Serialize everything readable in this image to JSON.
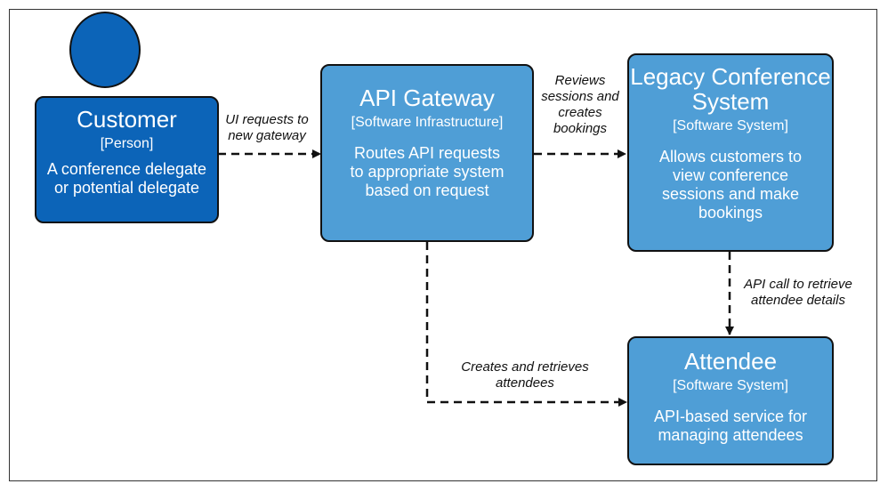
{
  "customer": {
    "title": "Customer",
    "kind": "[Person]",
    "desc": "A conference delegate or potential delegate"
  },
  "gateway": {
    "title": "API Gateway",
    "kind": "[Software Infrastructure]",
    "desc": "Routes API requests to appropriate system based on request"
  },
  "legacy": {
    "title": "Legacy Conference System",
    "kind": "[Software System]",
    "desc": "Allows customers to view conference sessions and make bookings"
  },
  "attendee": {
    "title": "Attendee",
    "kind": "[Software System]",
    "desc": "API-based service for managing attendees"
  },
  "edges": {
    "customer_to_gateway": "UI requests to new gateway",
    "gateway_to_legacy": "Reviews sessions and creates bookings",
    "legacy_to_attendee": "API call to retrieve attendee details",
    "gateway_to_attendee": "Creates and retrieves attendees"
  },
  "colors": {
    "person": "#0c64b8",
    "system": "#4f9ed6",
    "stroke": "#111111"
  }
}
